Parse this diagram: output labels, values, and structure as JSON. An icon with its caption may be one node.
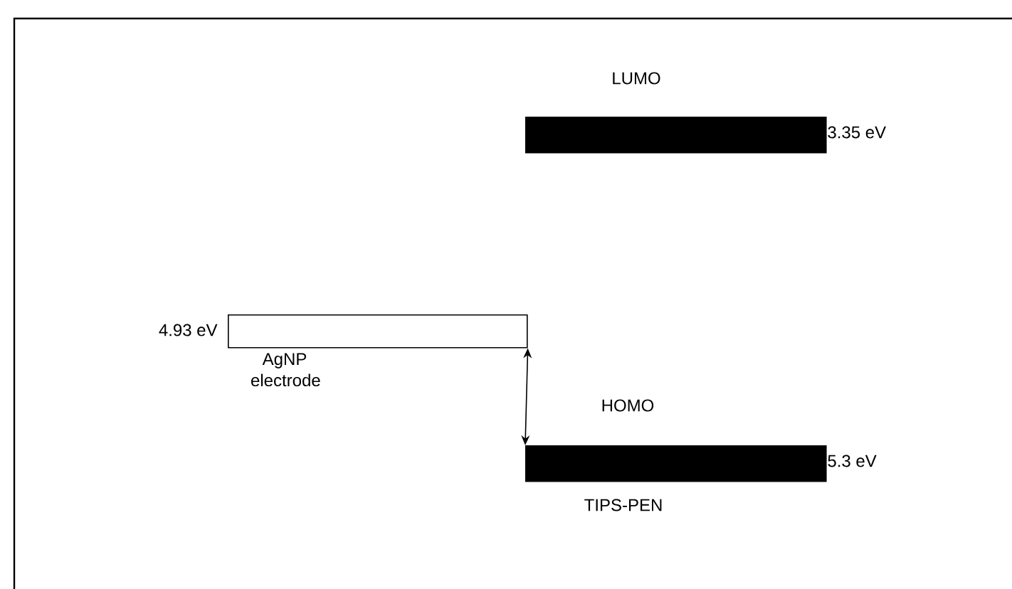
{
  "diagram": {
    "nodes": [
      {
        "text": [],
        "shape": "bar",
        "beside": [
          "4.93 eV",
          "AgNP electrode"
        ]
      },
      {
        "text": [],
        "shape": "bar",
        "beside": [
          "LUMO",
          "3.35 eV"
        ]
      },
      {
        "text": [],
        "shape": "bar",
        "beside": [
          "HOMO",
          "5.3 eV",
          "TIPS-PEN"
        ]
      }
    ],
    "edges": [
      {
        "from": 0,
        "to": 2,
        "arrow": "both"
      }
    ]
  }
}
